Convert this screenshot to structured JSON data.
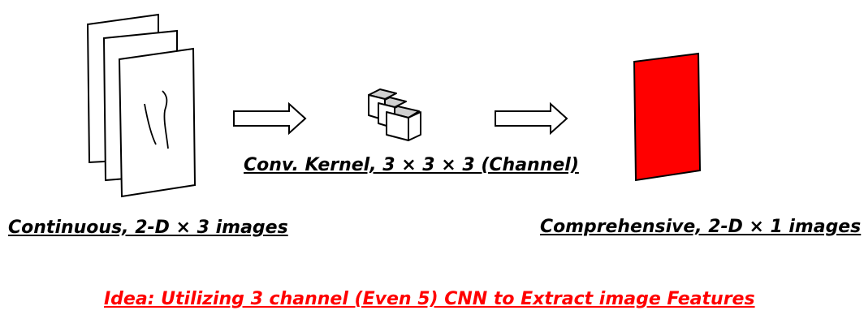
{
  "labels": {
    "input": "Continuous, 2-D × 3 images",
    "kernel": "Conv. Kernel, 3 × 3 × 3 (Channel)",
    "output": "Comprehensive, 2-D × 1 images",
    "idea": "Idea: Utilizing 3 channel (Even 5) CNN to Extract image Features"
  },
  "colors": {
    "stroke": "#000000",
    "output_fill": "#ff0000",
    "idea_text": "#ff0000",
    "kernel_top_face": "#d0d0d0"
  }
}
